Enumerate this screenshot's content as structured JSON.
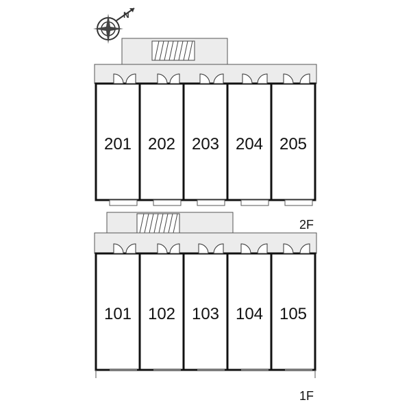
{
  "compass": {
    "letter": "N",
    "icon": "compass-icon"
  },
  "floors": [
    {
      "label": "2F",
      "units": [
        "201",
        "202",
        "203",
        "204",
        "205"
      ]
    },
    {
      "label": "1F",
      "units": [
        "101",
        "102",
        "103",
        "104",
        "105"
      ]
    }
  ],
  "colors": {
    "corridor": "#ececec",
    "wall": "#111111"
  }
}
